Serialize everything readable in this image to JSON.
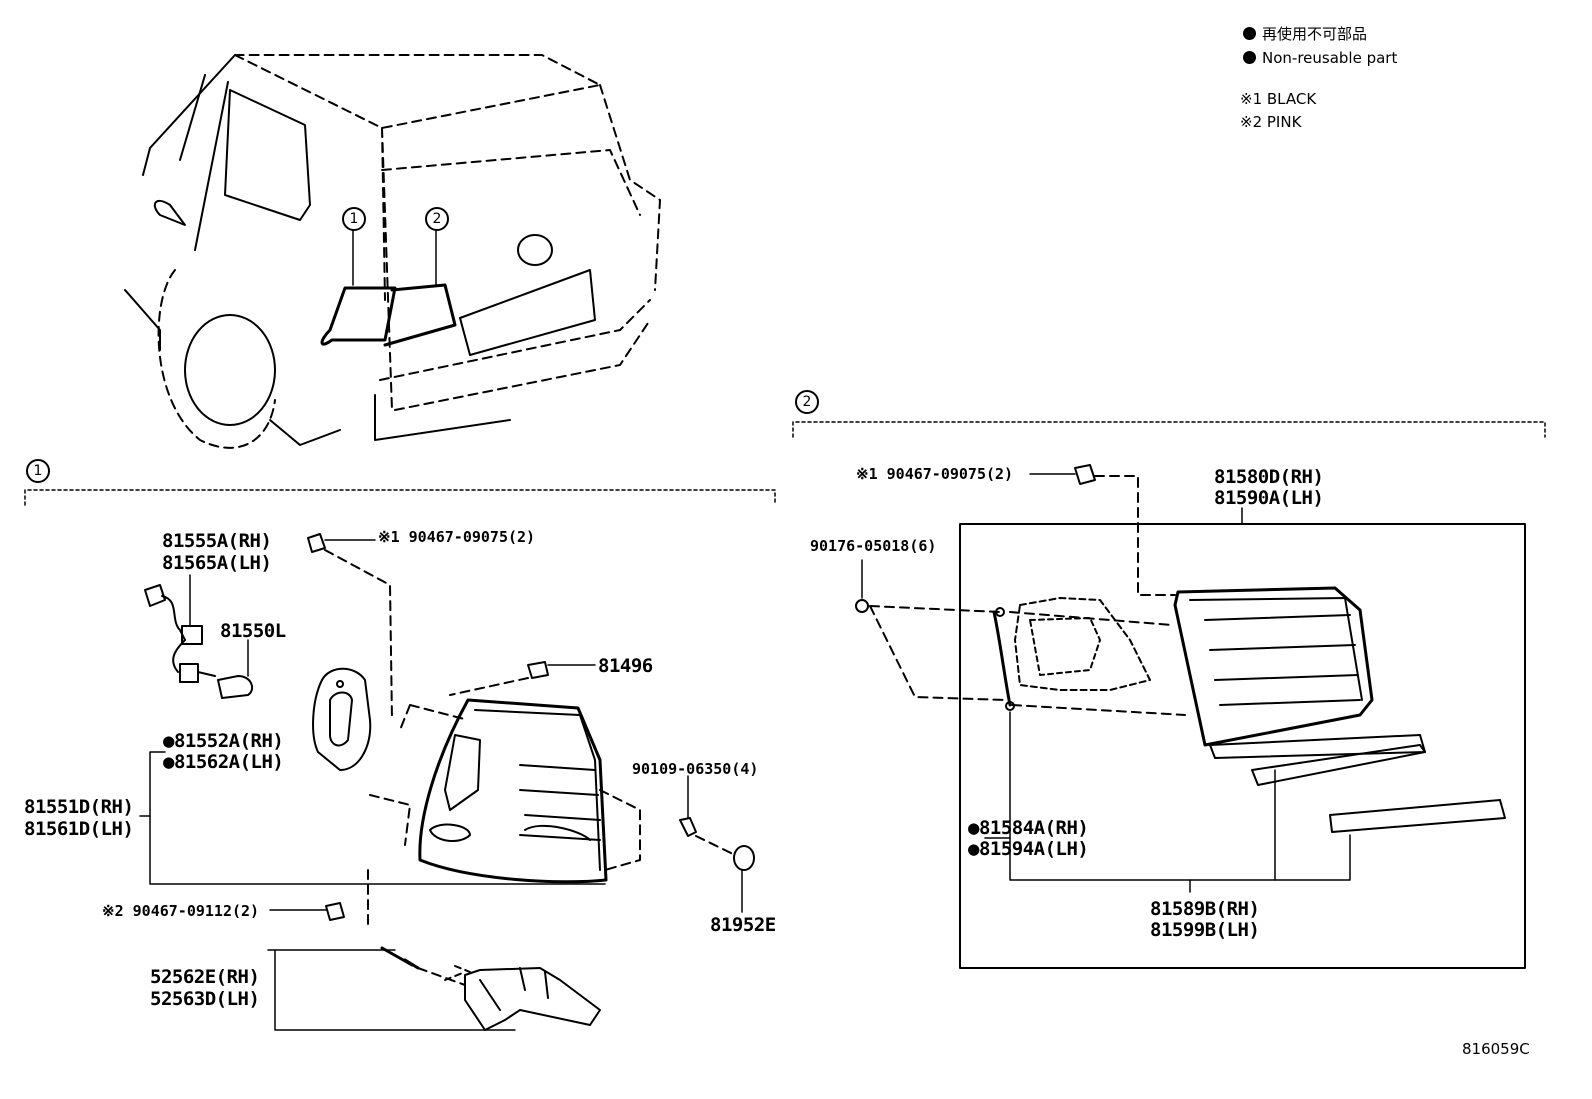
{
  "legend": {
    "non_reusable_jp": "再使用不可部品",
    "non_reusable_en": "Non-reusable part",
    "note1": "※1 BLACK",
    "note2": "※2 PINK"
  },
  "section_markers": {
    "s1": "1",
    "s2": "2"
  },
  "vehicle_callouts": {
    "c1": "1",
    "c2": "2"
  },
  "section1": {
    "socket_rh": "81555A(RH)",
    "socket_lh": "81565A(LH)",
    "bulb": "81550L",
    "gasket_rh": "●81552A(RH)",
    "gasket_lh": "●81562A(LH)",
    "lamp_rh": "81551D(RH)",
    "lamp_lh": "81561D(LH)",
    "clip_top": "※1 90467-09075(2)",
    "nut": "81496",
    "bolt": "90109-06350(4)",
    "cover": "81952E",
    "clip_bottom": "※2 90467-09112(2)",
    "bracket_rh": "52562E(RH)",
    "bracket_lh": "52563D(LH)"
  },
  "section2": {
    "clip_top": "※1 90467-09075(2)",
    "lamp_rh": "81580D(RH)",
    "lamp_lh": "81590A(LH)",
    "screw": "90176-05018(6)",
    "gasket_rh": "●81584A(RH)",
    "gasket_lh": "●81594A(LH)",
    "sub_rh": "81589B(RH)",
    "sub_lh": "81599B(LH)"
  },
  "figure_code": "816059C"
}
